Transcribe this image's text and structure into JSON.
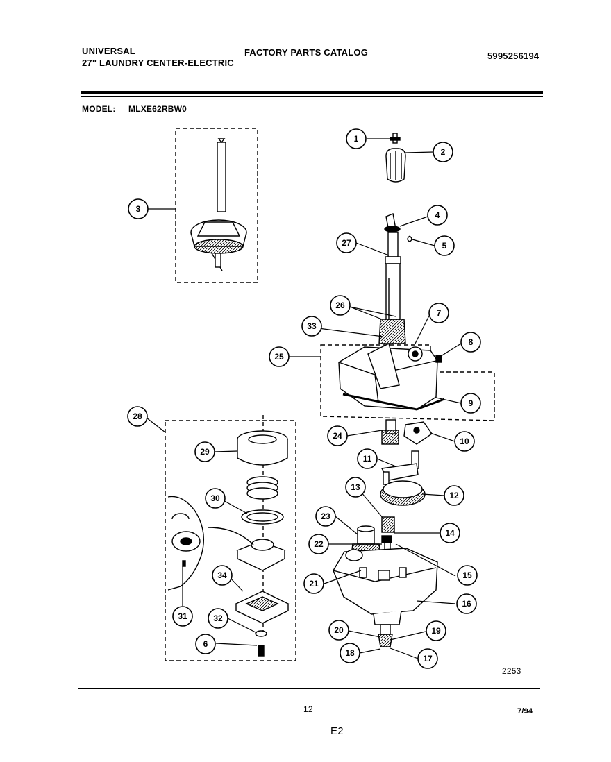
{
  "header": {
    "brand": "UNIVERSAL",
    "subtitle": "27\" LAUNDRY CENTER-ELECTRIC",
    "catalog_title": "FACTORY PARTS CATALOG",
    "part_number": "5995256194"
  },
  "model": {
    "label": "MODEL:",
    "value": "MLXE62RBW0"
  },
  "callouts": [
    "1",
    "2",
    "3",
    "4",
    "5",
    "27",
    "26",
    "7",
    "33",
    "8",
    "25",
    "9",
    "28",
    "24",
    "10",
    "29",
    "11",
    "13",
    "12",
    "30",
    "23",
    "14",
    "22",
    "15",
    "21",
    "34",
    "16",
    "20",
    "19",
    "32",
    "31",
    "6",
    "18",
    "17"
  ],
  "footer": {
    "diagram_number": "2253",
    "page_number": "12",
    "date": "7/94",
    "section": "E2"
  }
}
